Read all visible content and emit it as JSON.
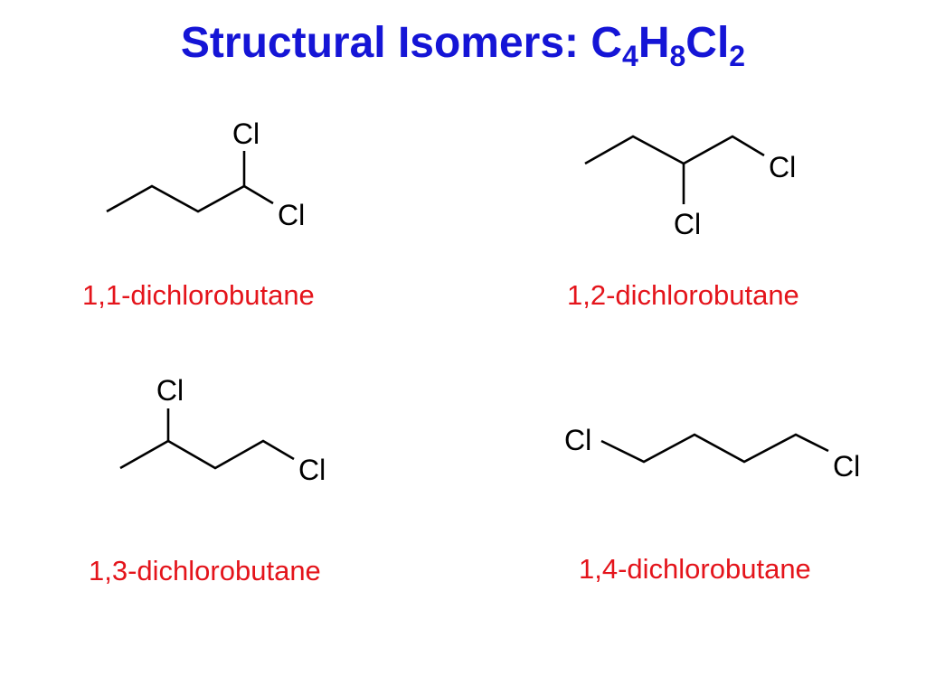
{
  "slide": {
    "title": {
      "prefix": "Structural Isomers:  C",
      "sub1": "4",
      "mid1": "H",
      "sub2": "8",
      "mid2": "Cl",
      "sub3": "2"
    },
    "colors": {
      "title": "#1515d6",
      "names": "#e4141b",
      "structures": "#000000"
    },
    "atom_label": "Cl",
    "isomers": [
      {
        "name": "1,1-dichlorobutane"
      },
      {
        "name": "1,2-dichlorobutane"
      },
      {
        "name": "1,3-dichlorobutane"
      },
      {
        "name": "1,4-dichlorobutane"
      }
    ]
  }
}
